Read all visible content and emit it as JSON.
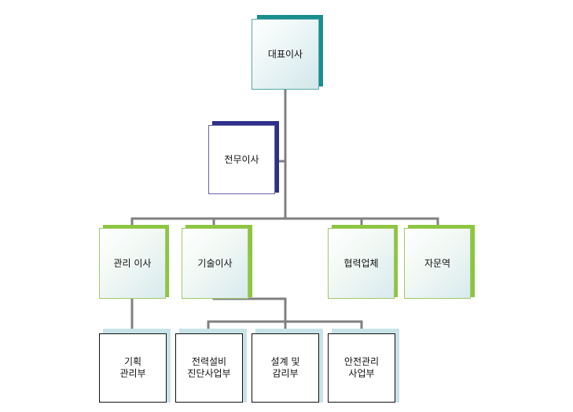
{
  "org_chart": {
    "nodes": [
      {
        "id": "ceo",
        "label": "대표이사"
      },
      {
        "id": "exec",
        "label": "전무이사"
      },
      {
        "id": "admin",
        "label": "관리 이사"
      },
      {
        "id": "tech",
        "label": "기술이사"
      },
      {
        "id": "partner",
        "label": "협력업체"
      },
      {
        "id": "advisory",
        "label": "자문역"
      },
      {
        "id": "planning",
        "label": "기획\n관리부"
      },
      {
        "id": "diagnosis",
        "label": "전력설비\n진단사업부"
      },
      {
        "id": "design",
        "label": "설계 및\n감리부"
      },
      {
        "id": "safety",
        "label": "안전관리\n사업부"
      }
    ],
    "edges": [
      [
        "ceo",
        "exec"
      ],
      [
        "ceo",
        "admin"
      ],
      [
        "ceo",
        "tech"
      ],
      [
        "ceo",
        "partner"
      ],
      [
        "ceo",
        "advisory"
      ],
      [
        "admin",
        "planning"
      ],
      [
        "tech",
        "diagnosis"
      ],
      [
        "tech",
        "design"
      ],
      [
        "tech",
        "safety"
      ]
    ]
  },
  "colors": {
    "connector": "#808080",
    "top_accent": "#1a8e8e",
    "exec_accent": "#2e2f8c",
    "mid_accent": "#8cc63f",
    "bottom_accent": "#c8e3e8"
  }
}
